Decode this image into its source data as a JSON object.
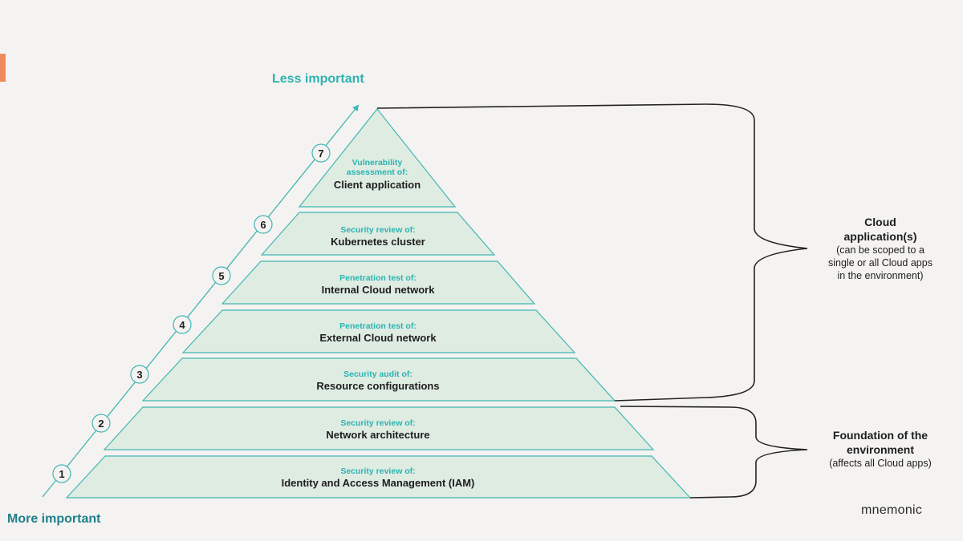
{
  "labels": {
    "less_important": "Less important",
    "more_important": "More important"
  },
  "tiers": [
    {
      "number": "1",
      "sub": "Security review of:",
      "main": "Identity and Access Management (IAM)"
    },
    {
      "number": "2",
      "sub": "Security review of:",
      "main": "Network architecture"
    },
    {
      "number": "3",
      "sub": "Security audit of:",
      "main": "Resource configurations"
    },
    {
      "number": "4",
      "sub": "Penetration test of:",
      "main": "External Cloud network"
    },
    {
      "number": "5",
      "sub": "Penetration test of:",
      "main": "Internal Cloud network"
    },
    {
      "number": "6",
      "sub": "Security review of:",
      "main": "Kubernetes cluster"
    },
    {
      "number": "7",
      "sub_line1": "Vulnerability",
      "sub_line2": "assessment of:",
      "main": "Client application"
    }
  ],
  "groups": {
    "cloud": {
      "title_line1": "Cloud",
      "title_line2": "application(s)",
      "desc_line1": "(can be scoped to a",
      "desc_line2": "single or all Cloud apps",
      "desc_line3": "in the environment)"
    },
    "foundation": {
      "title_line1": "Foundation of the",
      "title_line2": "environment",
      "desc": "(affects all Cloud apps)"
    }
  },
  "logo": {
    "text": "mnemonic"
  },
  "colors": {
    "background": "#f4f3f1",
    "tier_fill": "#dfece2",
    "tier_stroke": "#41b6b4",
    "accent_teal": "#2bb3b1",
    "accent_orange": "#f08a5d"
  }
}
